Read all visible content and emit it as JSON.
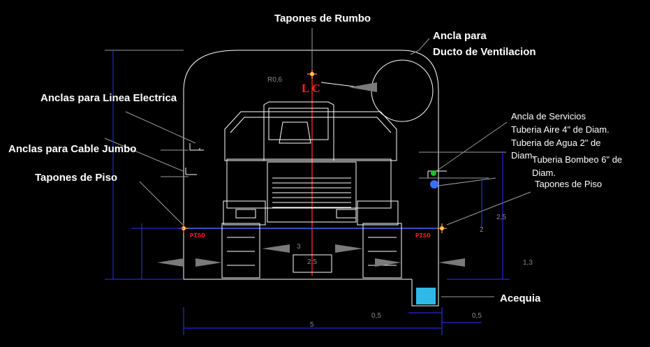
{
  "labels": {
    "tapones_rumbo": "Tapones de Rumbo",
    "ancla_para": "Ancla para",
    "ducto_ventilacion": "Ducto de Ventilacion",
    "anclas_linea": "Anclas para Linea Electrica",
    "anclas_cable": "Anclas para Cable Jumbo",
    "tapones_piso_left": "Tapones de Piso",
    "ancla_servicios": "Ancla de Servicios",
    "tuberia_aire": "Tuberia Aire   4\" de Diam.",
    "tuberia_agua_1": "Tuberia de Agua  2\" de",
    "tuberia_agua_2": "Diam.",
    "tuberia_bombeo_1": "Tuberia Bombeo  6\" de",
    "tuberia_bombeo_2": "Diam.",
    "tapones_piso_right": "Tapones de Piso",
    "acequia": "Acequia",
    "lc": "L C",
    "piso_left": "PISO",
    "piso_right": "PISO"
  },
  "dimensions": {
    "radius": "R0,6",
    "d_2_5": "2,5",
    "d_2": "2",
    "d_1_3": "1,3",
    "d_3": "3",
    "d_2_5_mid": "2,5",
    "d_0_5_left": "0,5",
    "d_0_5_right": "0,5",
    "d_5": "5"
  },
  "colors": {
    "background": "#000000",
    "lines": "#ffffff",
    "center_line": "#ff2020",
    "floor_line": "#3a6cff",
    "dimension_lines": "#3030ff",
    "ditch_water": "#2fb8e8",
    "service_pipe_green": "#22c02a",
    "service_pipe_blue": "#3a6cff"
  }
}
